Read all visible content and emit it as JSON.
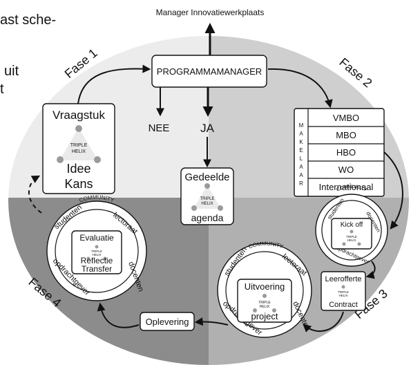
{
  "side_text": {
    "line1": "ast sche-",
    "line2": "uit",
    "line3": "t"
  },
  "top_label": "Manager Innovatiewerkplaats",
  "programmamanager": "PROGRAMMAMANAGER",
  "nee": "NEE",
  "ja": "JA",
  "phases": {
    "fase1": "Fase 1",
    "fase2": "Fase 2",
    "fase3": "Fase 3",
    "fase4": "Fase 4"
  },
  "vraagstuk": {
    "title": "Vraagstuk",
    "helix1": "TRIPLE",
    "helix2": "HELIX",
    "line1": "Idee",
    "line2": "Kans"
  },
  "gedeelde": {
    "title": "Gedeelde",
    "helix1": "TRIPLE",
    "helix2": "HELIX",
    "bottom": "agenda"
  },
  "makelaar": {
    "letters": [
      "M",
      "A",
      "K",
      "E",
      "L",
      "A",
      "A",
      "R"
    ],
    "levels": [
      "VMBO",
      "MBO",
      "HBO",
      "WO",
      "Internationaal"
    ]
  },
  "kickoff": {
    "community": "COMMUNITY",
    "studenten": "studenten",
    "docenten": "docenten",
    "opdrachtgever": "opdrachtgever",
    "label": "Kick off",
    "helix1": "TRIPLE",
    "helix2": "HELIX"
  },
  "leerofferte": {
    "title": "Leerofferte",
    "helix1": "TRIPLE",
    "helix2": "HELIX",
    "bottom": "Contract"
  },
  "uitvoering": {
    "community": "COMMUNITY",
    "studenten": "studenten",
    "lectoraat": "lectoraat",
    "docenten": "docenten",
    "opdrachtgever": "opdrachtgever",
    "title": "Uitvoering",
    "helix1": "TRIPLE",
    "helix2": "HELIX",
    "bottom": "project"
  },
  "oplevering": "Oplevering",
  "evaluatie": {
    "community": "COMMUNITY",
    "studenten": "studenten",
    "lectoraat": "lectoraat",
    "docenten": "docenten",
    "opdrachtgever": "opdrachtgever",
    "title": "Evaluatie",
    "helix1": "TRIPLE",
    "helix2": "HELIX",
    "line1": "Reflectie",
    "line2": "Transfer"
  },
  "colors": {
    "q1": "#ececec",
    "q2": "#cfcfcf",
    "q3": "#b0b0b0",
    "q4": "#8c8c8c"
  }
}
